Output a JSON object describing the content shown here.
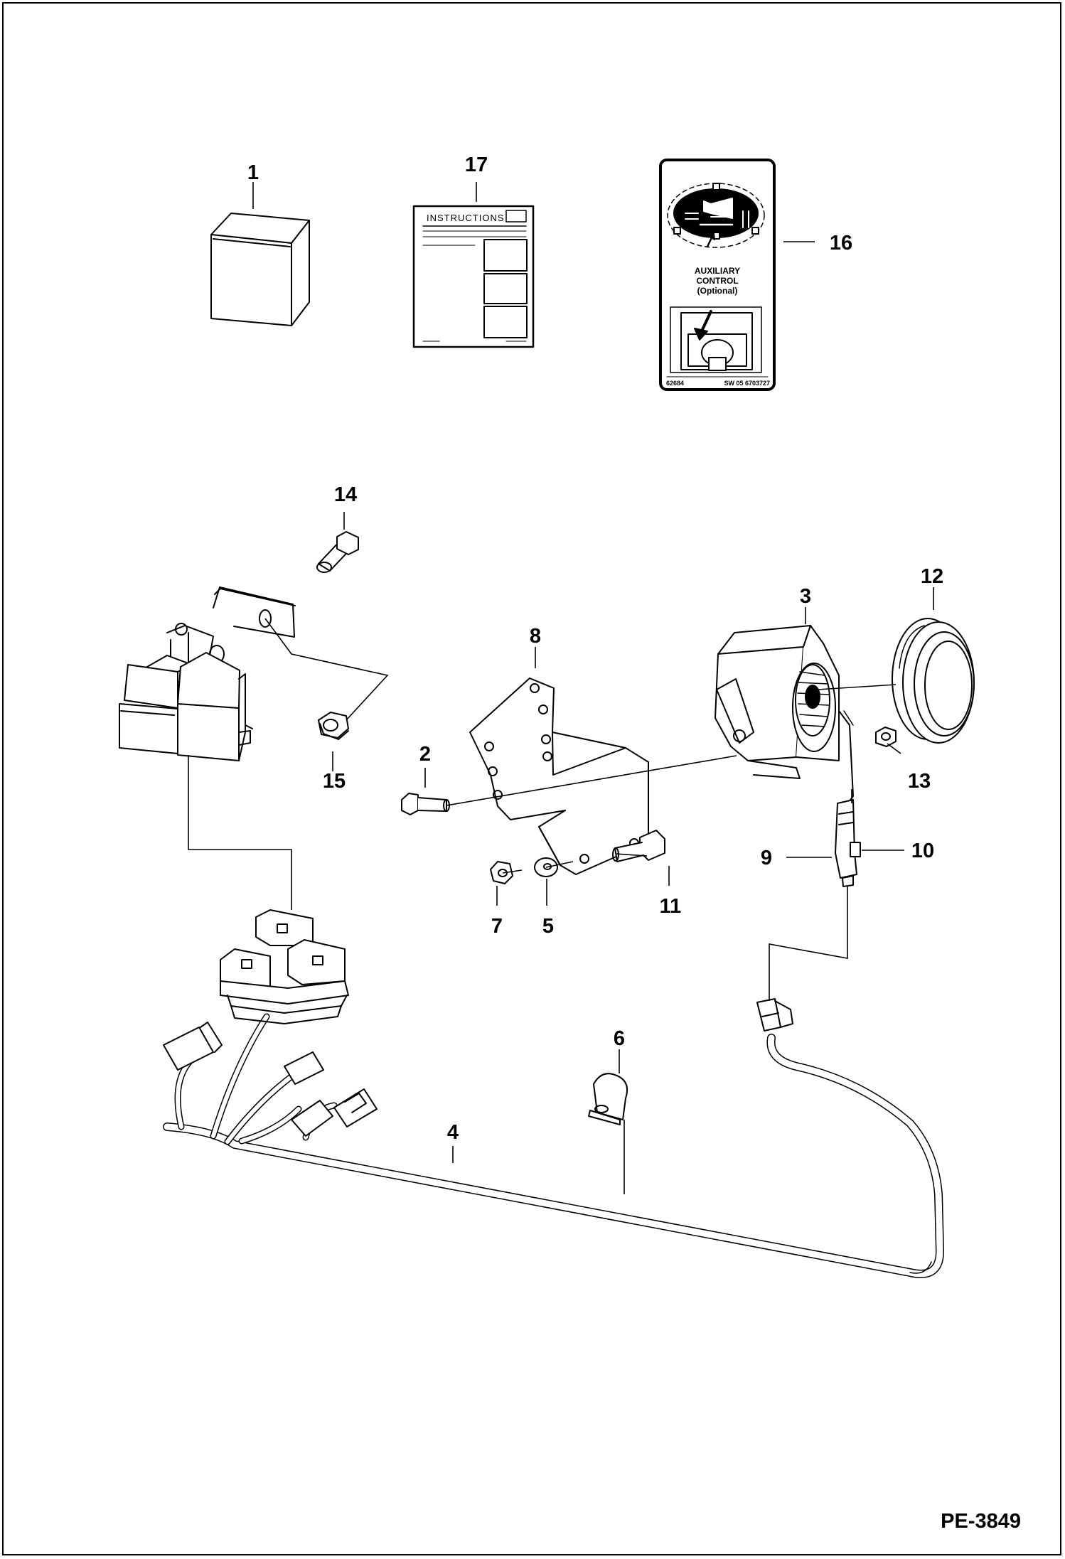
{
  "drawing_code": "PE-3849",
  "callouts": [
    "1",
    "2",
    "3",
    "4",
    "5",
    "6",
    "7",
    "8",
    "9",
    "10",
    "11",
    "12",
    "13",
    "14",
    "15",
    "16",
    "17"
  ],
  "instructions_sheet": {
    "title": "INSTRUCTIONS"
  },
  "decal": {
    "caption_line1": "AUXILIARY",
    "caption_line2": "CONTROL",
    "caption_line3": "(Optional)",
    "part_number": "62684",
    "code": "SW 05 6703727"
  }
}
